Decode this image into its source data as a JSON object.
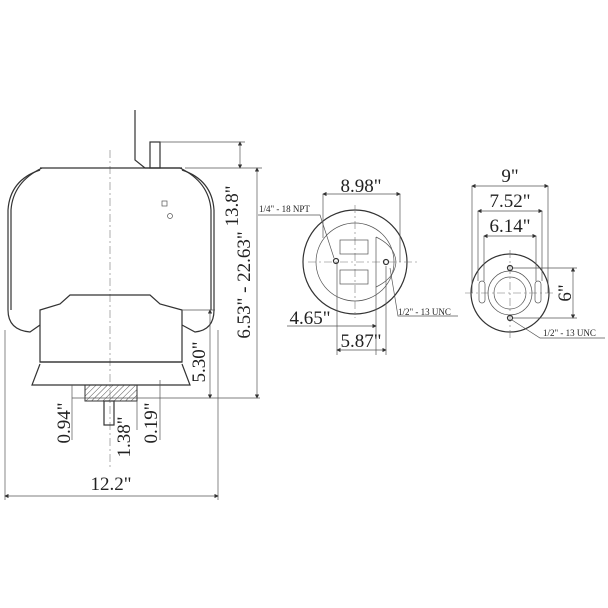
{
  "side_view": {
    "dimensions": {
      "top_offset": "13.8\"",
      "height_range": "6.53\" - 22.63\"",
      "piston_height": "5.30\"",
      "base_offset": "0.94\"",
      "stud_length": "1.38\"",
      "base_thickness": "0.19\"",
      "overall_diameter": "12.2\""
    }
  },
  "top_view": {
    "dimensions": {
      "plate_diameter": "8.98\"",
      "stud_spacing_a": "4.65\"",
      "stud_spacing_b": "5.87\""
    },
    "callouts": {
      "air_port": "1/4\" - 18 NPT",
      "stud_thread": "1/2\" - 13 UNC"
    }
  },
  "bottom_view": {
    "dimensions": {
      "outer_diameter": "9\"",
      "slot_span": "7.52\"",
      "inner_span": "6.14\"",
      "bolt_spacing": "6\""
    },
    "callouts": {
      "bolt_thread": "1/2\" - 13 UNC"
    }
  }
}
